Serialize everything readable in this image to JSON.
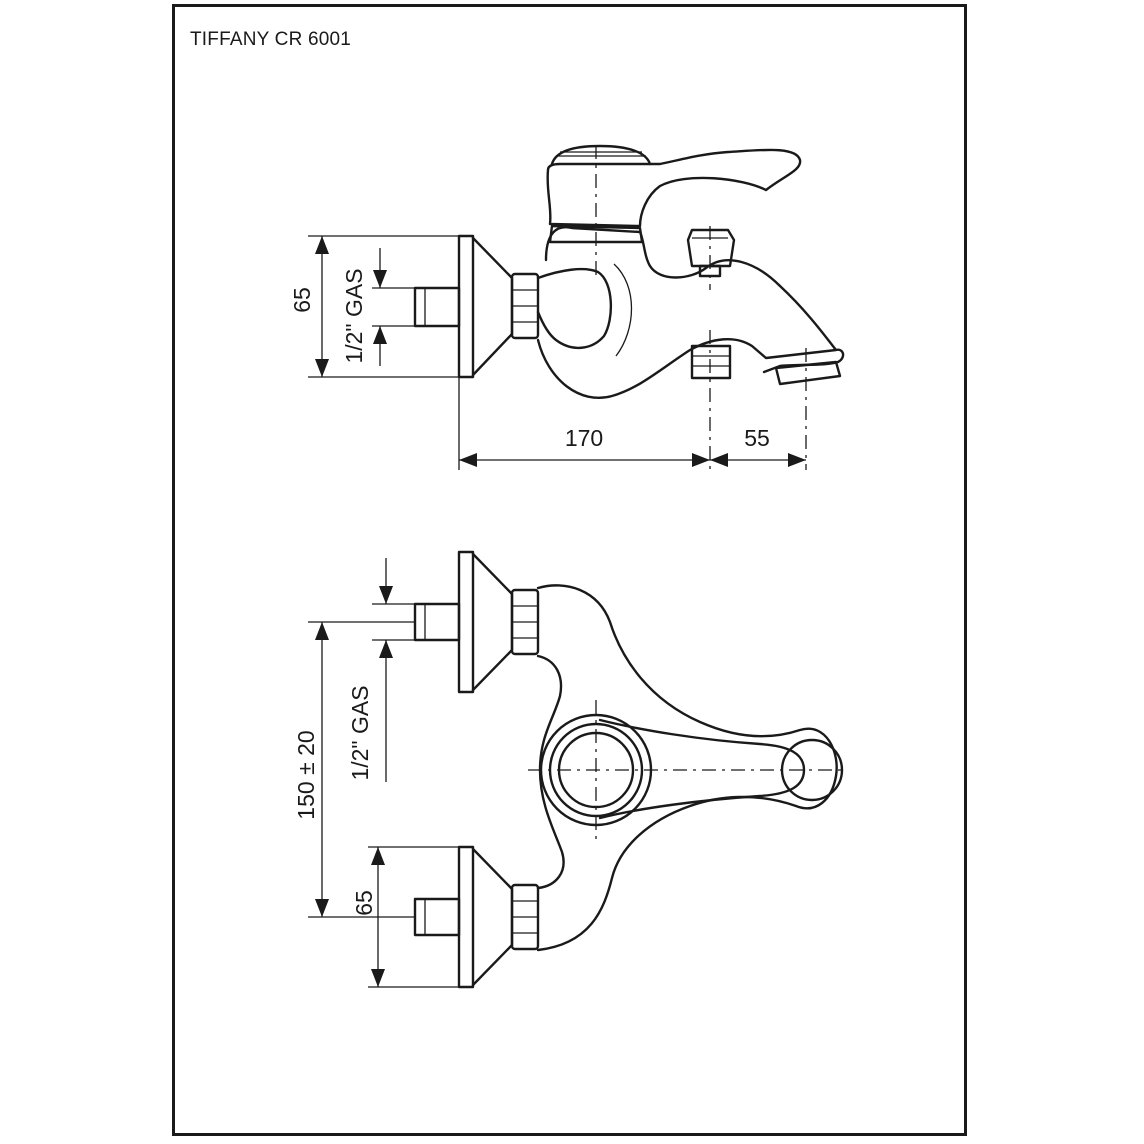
{
  "title": "TIFFANY CR 6001",
  "dimensions": {
    "side_height": "65",
    "side_thread": "1/2\" GAS",
    "side_depth": "170",
    "side_spout": "55",
    "top_thread": "1/2\" GAS",
    "top_spacing": "150 ± 20",
    "top_height": "65"
  },
  "colors": {
    "line": "#1a1a1a",
    "background": "#ffffff"
  }
}
